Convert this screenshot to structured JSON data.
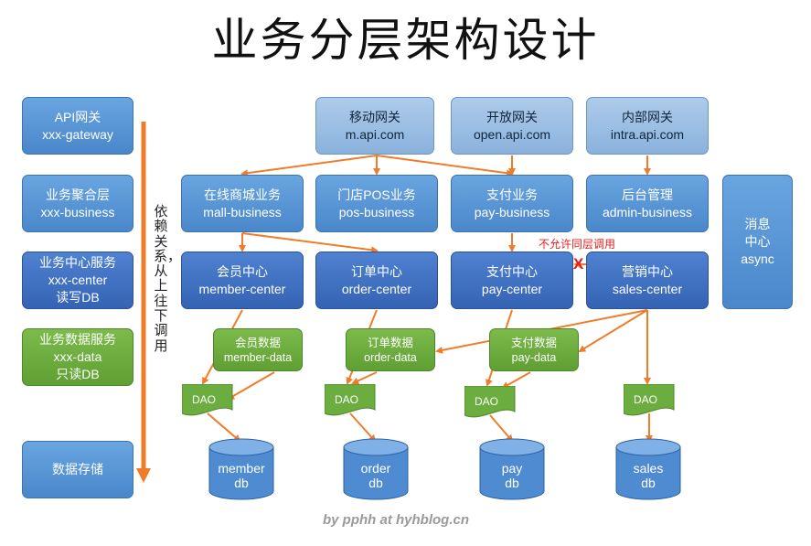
{
  "title": "业务分层架构设计",
  "left_column": [
    {
      "line1": "API网关",
      "line2": "xxx-gateway",
      "line3": ""
    },
    {
      "line1": "业务聚合层",
      "line2": "xxx-business",
      "line3": ""
    },
    {
      "line1": "业务中心服务",
      "line2": "xxx-center",
      "line3": "读写DB"
    },
    {
      "line1": "业务数据服务",
      "line2": "xxx-data",
      "line3": "只读DB"
    },
    {
      "line1": "数据存储",
      "line2": "",
      "line3": ""
    }
  ],
  "dependency_text": "依赖关系，从上往下调用",
  "gateways": [
    {
      "name": "移动网关",
      "domain": "m.api.com"
    },
    {
      "name": "开放网关",
      "domain": "open.api.com"
    },
    {
      "name": "内部网关",
      "domain": "intra.api.com"
    }
  ],
  "business": [
    {
      "name": "在线商城业务",
      "id": "mall-business"
    },
    {
      "name": "门店POS业务",
      "id": "pos-business"
    },
    {
      "name": "支付业务",
      "id": "pay-business"
    },
    {
      "name": "后台管理",
      "id": "admin-business"
    }
  ],
  "centers": [
    {
      "name": "会员中心",
      "id": "member-center"
    },
    {
      "name": "订单中心",
      "id": "order-center"
    },
    {
      "name": "支付中心",
      "id": "pay-center"
    },
    {
      "name": "营销中心",
      "id": "sales-center"
    }
  ],
  "data_services": [
    {
      "name": "会员数据",
      "id": "member-data"
    },
    {
      "name": "订单数据",
      "id": "order-data"
    },
    {
      "name": "支付数据",
      "id": "pay-data"
    }
  ],
  "message_center": {
    "line1": "消息",
    "line2": "中心",
    "line3": "async"
  },
  "dao_label": "DAO",
  "databases": [
    {
      "line1": "member",
      "line2": "db"
    },
    {
      "line1": "order",
      "line2": "db"
    },
    {
      "line1": "pay",
      "line2": "db"
    },
    {
      "line1": "sales",
      "line2": "db"
    }
  ],
  "forbidden_note": "不允许同层调用",
  "forbidden_mark": "X",
  "credit": "by pphh at hyhblog.cn",
  "colors": {
    "arrow": "#f07c2a",
    "gateway_box": "#9dbfe5",
    "business_box": "#5a96d7",
    "center_box": "#4274c4",
    "data_box": "#6cad3f",
    "warning": "#e02020"
  }
}
